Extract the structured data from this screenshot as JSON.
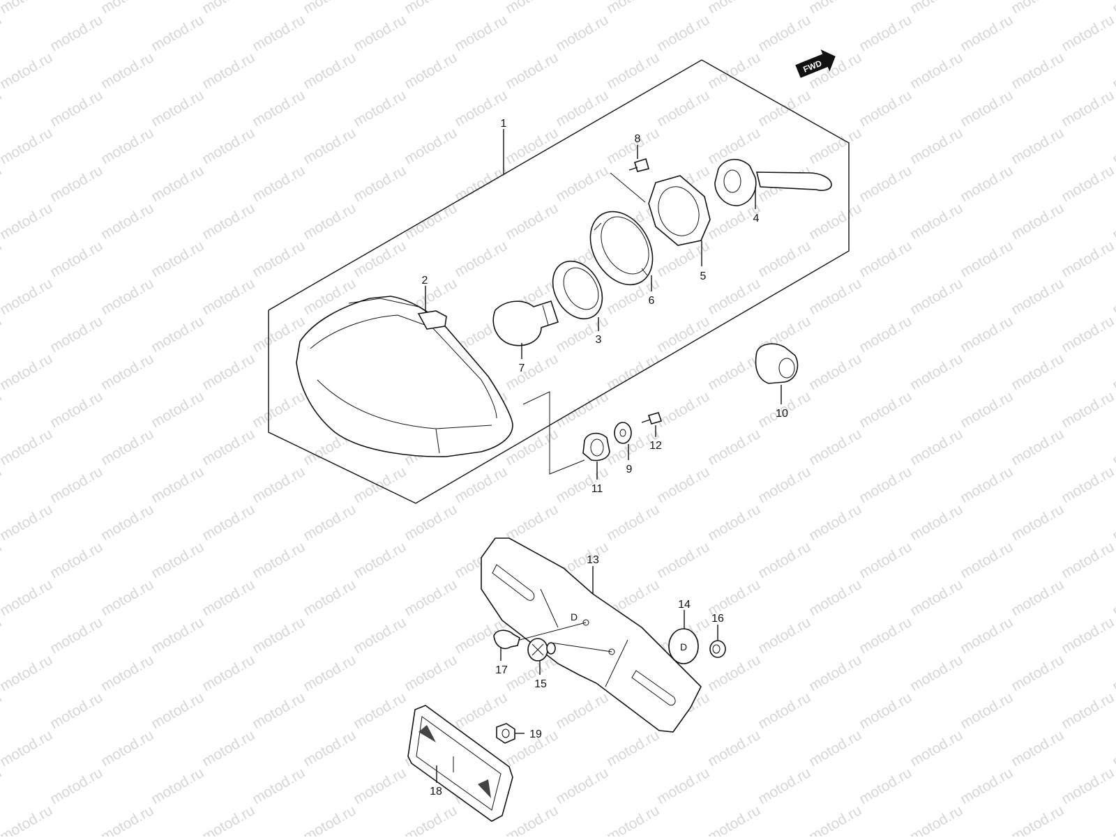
{
  "watermark": "motod.ru",
  "fwd_label": "FWD",
  "part_letter": "D",
  "callouts": [
    "1",
    "2",
    "3",
    "4",
    "5",
    "6",
    "7",
    "8",
    "9",
    "10",
    "11",
    "12",
    "13",
    "14",
    "15",
    "16",
    "17",
    "18",
    "19"
  ]
}
